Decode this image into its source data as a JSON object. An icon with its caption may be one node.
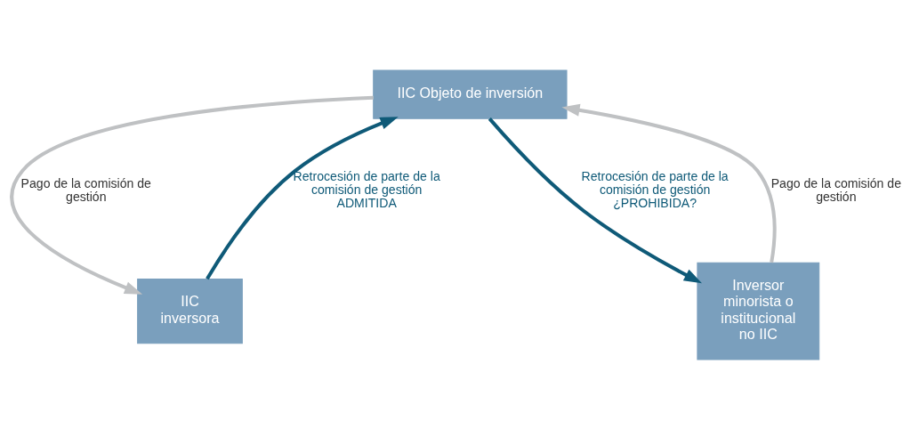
{
  "diagram": {
    "nodes": [
      {
        "text": [
          "IIC Objeto de inversión"
        ]
      },
      {
        "text": [
          "IIC inversora"
        ]
      },
      {
        "text": [
          "Inversor minorista o institucional no IIC"
        ]
      }
    ],
    "edges": [
      {
        "from": 0,
        "to": 1,
        "arrow": "to",
        "label": "Pago de la comisión de gestión",
        "color": "#bfc1c3"
      },
      {
        "from": 1,
        "to": 0,
        "arrow": "to",
        "label": "Retrocesión de parte de la comisión de gestión ADMITIDA",
        "color": "#0f5a78"
      },
      {
        "from": 0,
        "to": 2,
        "arrow": "to",
        "label": "Retrocesión de parte de la comisión de gestión ¿PROHIBIDA?",
        "color": "#0f5a78"
      },
      {
        "from": 2,
        "to": 0,
        "arrow": "to",
        "label": "Pago de la comisión de gestión",
        "color": "#bfc1c3"
      }
    ]
  }
}
